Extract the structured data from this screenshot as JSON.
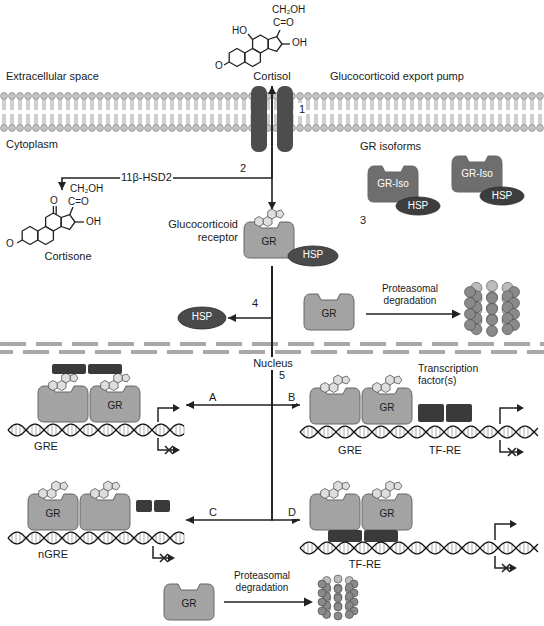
{
  "diagram": {
    "nodes": [
      {
        "text": [
          "Cortisol"
        ]
      },
      {
        "text": [
          "Cortisone"
        ]
      },
      {
        "text": [
          "Glucocorticoid receptor",
          "GR",
          "HSP"
        ]
      },
      {
        "text": [
          "GR isoforms"
        ]
      },
      {
        "text": [
          "GR-Iso",
          "HSP"
        ],
        "in": 3
      },
      {
        "text": [
          "GR-Iso",
          "HSP"
        ],
        "in": 3
      },
      {
        "text": [
          "HSP"
        ]
      },
      {
        "text": [
          "GR"
        ]
      },
      {
        "text": [
          "GR",
          "GRE"
        ]
      },
      {
        "text": [
          "Transcription factor(s)",
          "GR",
          "GRE",
          "TF-RE"
        ]
      },
      {
        "text": [
          "GR",
          "nGRE"
        ]
      },
      {
        "text": [
          "GR",
          "TF-RE"
        ]
      },
      {
        "text": [
          "GR"
        ]
      }
    ],
    "edges": [
      {
        "from": 0,
        "to": 2,
        "arrow": "both"
      },
      {
        "from": 0,
        "to": 1,
        "label": "11β-HSD2",
        "arrow": "to"
      },
      {
        "from": 2,
        "to": 6,
        "arrow": "to"
      },
      {
        "from": 2,
        "to": 8,
        "label": "A",
        "arrow": "to"
      },
      {
        "from": 2,
        "to": 9,
        "label": "B",
        "arrow": "to"
      },
      {
        "from": 2,
        "to": 10,
        "label": "C",
        "arrow": "to"
      },
      {
        "from": 2,
        "to": 11,
        "label": "D",
        "arrow": "to"
      }
    ],
    "labels": [
      "Extracellular space",
      "Glucocorticoid export pump",
      "Cytoplasm",
      "1",
      "CH₂OH",
      "C=O",
      "HO",
      "OH",
      "O",
      "2",
      "CH₂OH",
      "C=O",
      "OH",
      "O",
      "O",
      "3",
      "4",
      "Proteasomal degradation",
      "Nucleus",
      "5",
      "Proteasomal degradation"
    ]
  }
}
